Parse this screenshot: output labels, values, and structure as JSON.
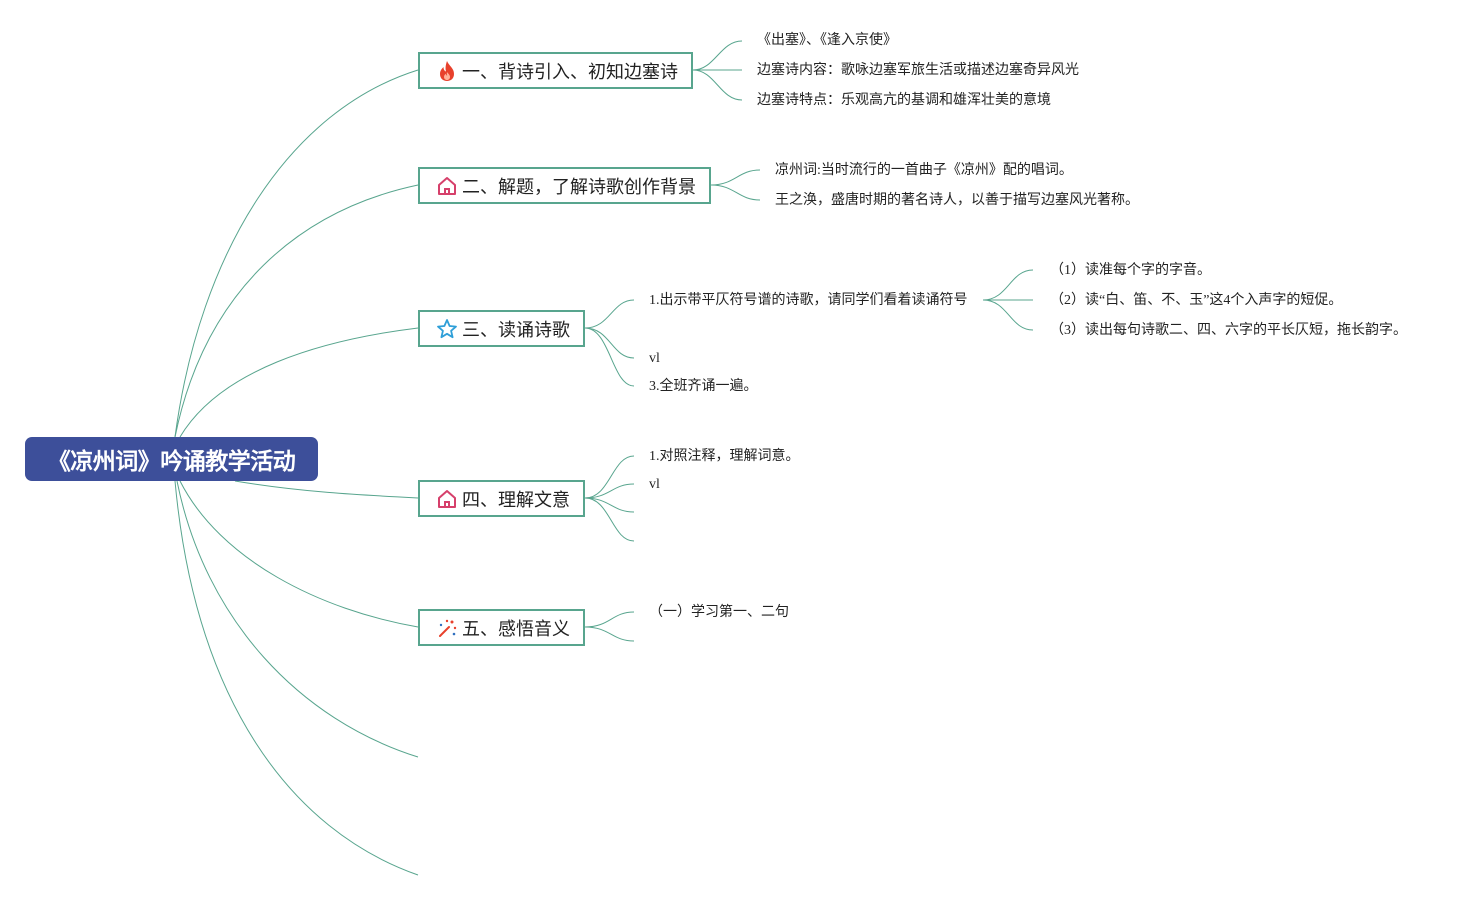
{
  "root": {
    "label": "《凉州词》吟诵教学活动"
  },
  "branches": [
    {
      "label": "一、背诗引入、初知边塞诗",
      "icon": "fire-icon",
      "children": [
        "《出塞》、《逢入京使》",
        "边塞诗内容：歌咏边塞军旅生活或描述边塞奇异风光",
        "边塞诗特点：乐观高亢的基调和雄浑壮美的意境"
      ]
    },
    {
      "label": "二、解题，了解诗歌创作背景",
      "icon": "house-icon",
      "children": [
        "凉州词:当时流行的一首曲子《凉州》配的唱词。",
        "王之涣，盛唐时期的著名诗人，以善于描写边塞风光著称。"
      ]
    },
    {
      "label": "三、读诵诗歌",
      "icon": "star-icon",
      "children": [
        "1.出示带平仄符号谱的诗歌，请同学们看着读诵符号",
        "vl",
        "3.全班齐诵一遍。"
      ],
      "subchildren": [
        "（1）读准每个字的字音。",
        "（2）读“白、笛、不、玉”这4个入声字的短促。",
        "（3）读出每句诗歌二、四、六字的平长仄短，拖长韵字。"
      ]
    },
    {
      "label": "四、理解文意",
      "icon": "house-icon",
      "children": [
        "1.对照注释，理解词意。",
        "vl"
      ]
    },
    {
      "label": "五、感悟音义",
      "icon": "magic-wand-icon",
      "children": [
        "（一）学习第一、二句"
      ]
    }
  ],
  "colors": {
    "root_bg": "#3d4f9a",
    "link": "#58a58e",
    "fire": "#e8412c",
    "house": "#d6406b",
    "star": "#2f9fd8"
  }
}
